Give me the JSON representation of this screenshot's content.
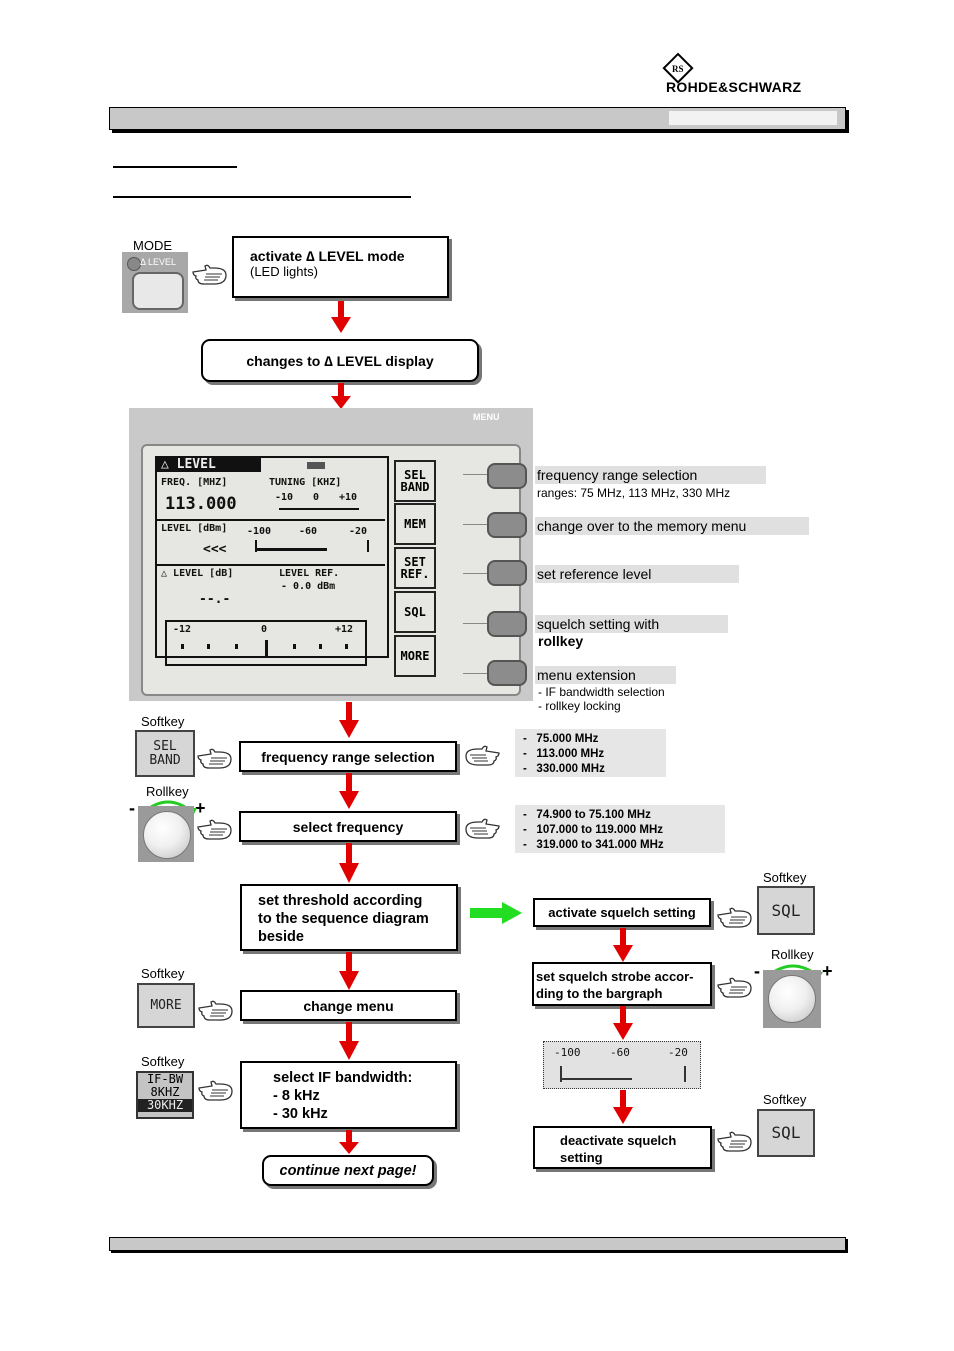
{
  "header": {
    "brand": "ROHDE&SCHWARZ"
  },
  "mode_button": {
    "label": "MODE",
    "key_text": "Δ LEVEL"
  },
  "flow_left": {
    "activate": {
      "line1": "activate ∆ LEVEL mode",
      "line2": "(LED lights)"
    },
    "changes": "changes to  ∆ LEVEL display",
    "freq_range": "frequency range selection",
    "select_freq": "select frequency",
    "threshold": {
      "line1": "set threshold according",
      "line2": "to the sequence diagram",
      "line3": "beside"
    },
    "change_menu": "change menu",
    "if_bw": {
      "line1": "select IF bandwidth:",
      "line2": "-  8 kHz",
      "line3": "- 30 kHz"
    },
    "continue": "continue next page!"
  },
  "flow_right": {
    "activate_sql": "activate squelch setting",
    "strobe": {
      "line1": "set squelch strobe accor-",
      "line2": "ding  to the bargraph"
    },
    "deactivate": {
      "line1": "deactivate squelch",
      "line2": "setting"
    }
  },
  "display": {
    "menu_label": "MENU",
    "title": "LEVEL",
    "freq_label": "FREQ. [MHZ]",
    "tuning_label": "TUNING [KHZ]",
    "freq_value": "113.000",
    "tuning_scale": [
      "-10",
      "0",
      "+10"
    ],
    "level_label": "LEVEL [dBm]",
    "level_scale": [
      "-100",
      "-60",
      "-20"
    ],
    "level_indicator": "<<<",
    "dlevel_label": "LEVEL [dB]",
    "ref_label": "LEVEL REF.",
    "ref_value": "- 0.0  dBm",
    "dlevel_value": "--.-",
    "delta_scale": [
      "-12",
      "0",
      "+12"
    ],
    "softkeys": [
      "SEL BAND",
      "MEM",
      "SET REF.",
      "SQL",
      "MORE"
    ]
  },
  "annotations": {
    "freq_range": "frequency range selection",
    "freq_range_sub": "ranges:  75 MHz, 113 MHz, 330 MHz",
    "memory": "change over to the memory menu",
    "reference": "set reference level",
    "squelch": "squelch setting with",
    "squelch_sub": "rollkey",
    "menu_ext": "menu extension",
    "menu_ext_sub1": "- IF bandwidth selection",
    "menu_ext_sub2": "- rollkey locking"
  },
  "freq_ranges": [
    "75.000 MHz",
    "113.000 MHz",
    "330.000 MHz"
  ],
  "freq_limits": [
    "74.900 to 75.100 MHz",
    "107.000 to 119.000 MHz",
    "319.000 to 341.000 MHz"
  ],
  "labels": {
    "softkey": "Softkey",
    "rollkey": "Rollkey",
    "minus": "-",
    "plus": "+"
  },
  "softkey_faces": {
    "sel_band": "SEL BAND",
    "more": "MORE",
    "sql": "SQL",
    "if_bw": [
      "IF-BW",
      "8KHZ",
      "30KHZ"
    ]
  },
  "bargraph": {
    "scale": [
      "-100",
      "-60",
      "-20"
    ]
  },
  "colors": {
    "arrow_red": "#e00000",
    "arrow_green": "#22dd22",
    "box_shadow": "#777777"
  }
}
